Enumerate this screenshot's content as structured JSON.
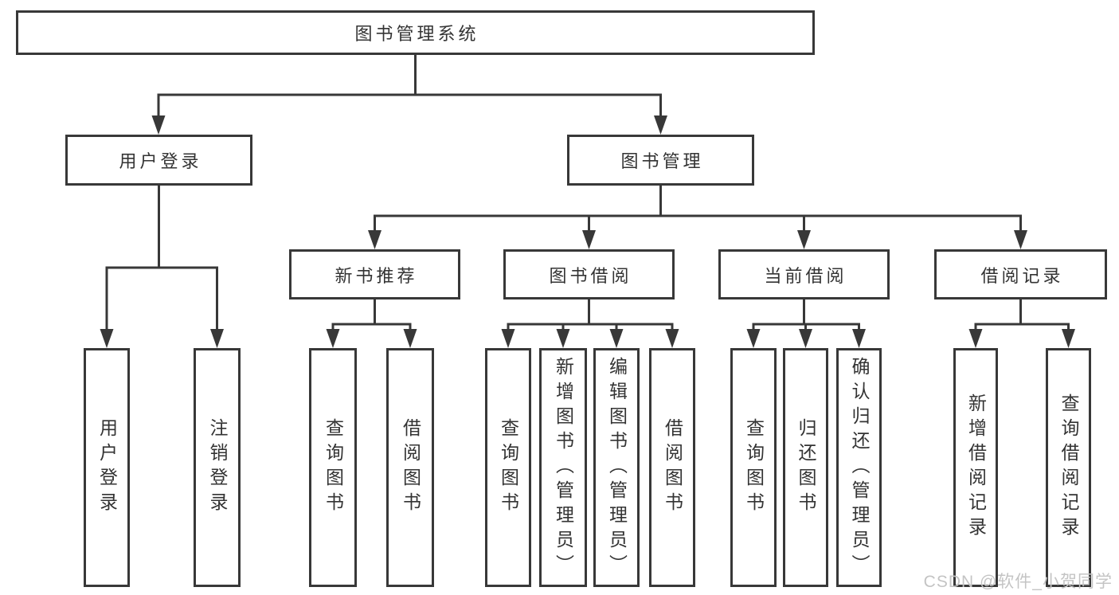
{
  "diagram": {
    "title": "图书管理系统",
    "level2": [
      {
        "label": "用户登录",
        "children": [
          "用户登录",
          "注销登录"
        ]
      },
      {
        "label": "图书管理"
      }
    ],
    "level3": [
      {
        "label": "新书推荐",
        "children": [
          "查询图书",
          "借阅图书"
        ]
      },
      {
        "label": "图书借阅",
        "children": [
          "查询图书",
          "新增图书（管理员）",
          "编辑图书（管理员）",
          "借阅图书"
        ]
      },
      {
        "label": "当前借阅",
        "children": [
          "查询图书",
          "归还图书",
          "确认归还（管理员）"
        ]
      },
      {
        "label": "借阅记录",
        "children": [
          "新增借阅记录",
          "查询借阅记录"
        ]
      }
    ]
  },
  "watermark": "CSDN @软件_小贺同学",
  "colors": {
    "line": "#383838",
    "text": "#333333",
    "watermark": "#c4c4c4",
    "background": "#ffffff"
  }
}
